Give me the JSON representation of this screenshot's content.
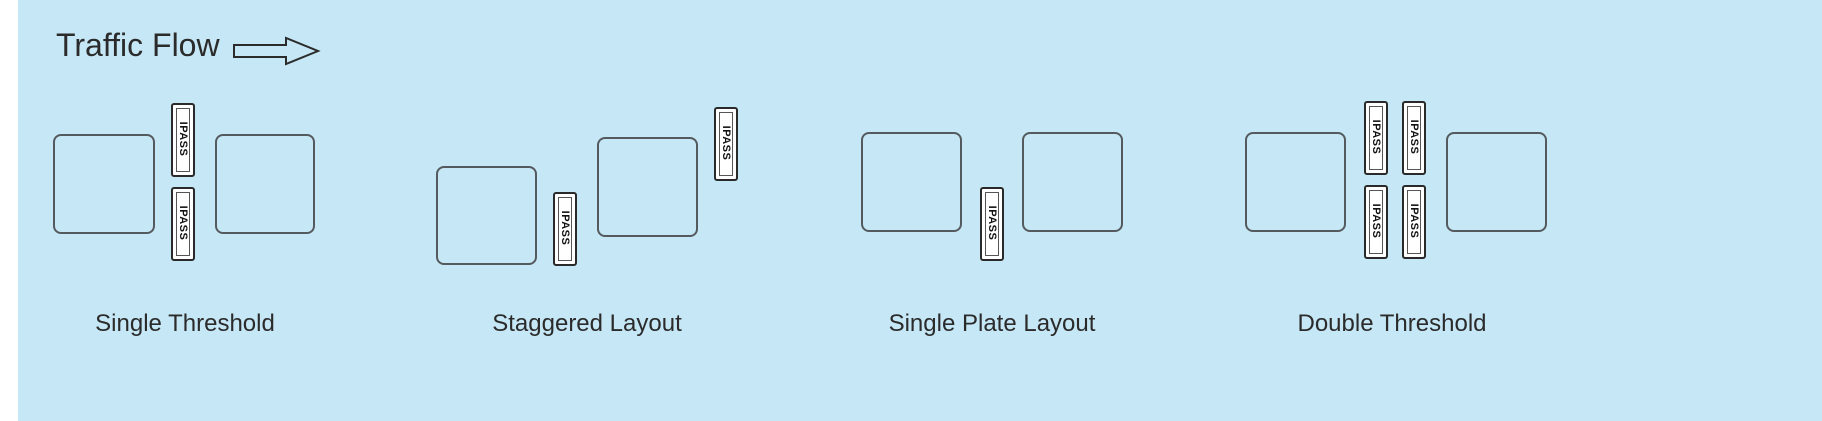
{
  "header": {
    "title": "Traffic Flow"
  },
  "plate_text": "IPASS",
  "layouts": [
    {
      "caption": "Single Threshold"
    },
    {
      "caption": "Staggered Layout"
    },
    {
      "caption": "Single Plate Layout"
    },
    {
      "caption": "Double Threshold"
    }
  ]
}
